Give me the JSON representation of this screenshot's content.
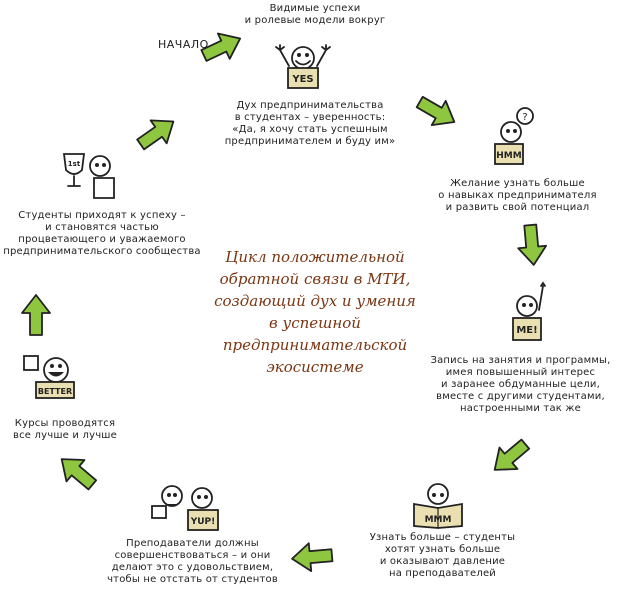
{
  "colors": {
    "arrow_fill": "#8fc63f",
    "arrow_stroke": "#222222",
    "center_text": "#7a3512",
    "sign_text": "#222222"
  },
  "start_label": "НАЧАЛО",
  "center_title": [
    "Цикл положительной",
    "обратной связи в МТИ,",
    "создающий дух и умения",
    "в успешной",
    "предпринимательской",
    "экосистеме"
  ],
  "stages": [
    {
      "id": "top-caption",
      "lines": [
        "Видимые успехи",
        "и ролевые модели вокруг"
      ]
    },
    {
      "id": "spirit",
      "sign": "YES",
      "icon": "cheering-figure-icon",
      "lines": [
        "Дух предпринимательства",
        "в студентах – уверенность:",
        "«Да, я хочу стать успешным",
        "предпринимателем и буду им»"
      ]
    },
    {
      "id": "curiosity",
      "sign": "HMM",
      "icon": "thinking-figure-icon",
      "lines": [
        "Желание узнать больше",
        "о навыках предпринимателя",
        "и развить свой потенциал"
      ]
    },
    {
      "id": "enrollment",
      "sign": "ME!",
      "icon": "hand-raised-figure-icon",
      "lines": [
        "Запись на занятия и программы,",
        "имея повышенный интерес",
        "и заранее обдуманные цели,",
        "вместе с другими студентами,",
        "настроенными так же"
      ]
    },
    {
      "id": "learning",
      "sign": "MMM",
      "icon": "reading-figure-icon",
      "lines": [
        "Узнать больше – студенты",
        "хотят узнать больше",
        "и оказывают давление",
        "на преподавателей"
      ]
    },
    {
      "id": "teachers",
      "sign": "YUP!",
      "icon": "two-figures-icon",
      "lines": [
        "Преподаватели должны",
        "совершенствоваться – и они",
        "делают это с удовольствием,",
        "чтобы не отстать от студентов"
      ]
    },
    {
      "id": "better",
      "sign": "BETTER",
      "icon": "smiling-figure-icon",
      "lines": [
        "Курсы проводятся",
        "все лучше и лучше"
      ]
    },
    {
      "id": "success",
      "sign": "1st",
      "icon": "trophy-figure-icon",
      "lines": [
        "Студенты приходят к успеху –",
        "и становятся частью",
        "процветающего и уважаемого",
        "предпринимательского сообщества"
      ]
    }
  ]
}
